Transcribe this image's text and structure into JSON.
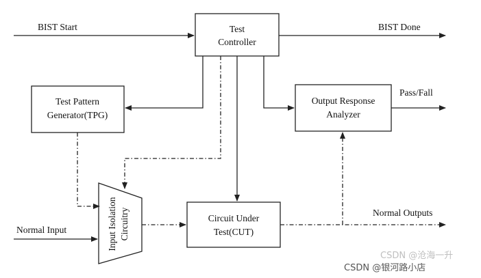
{
  "blocks": {
    "test_controller": [
      "Test",
      "Controller"
    ],
    "tpg": [
      "Test Pattern",
      "Generator(TPG)"
    ],
    "ora": [
      "Output Response",
      "Analyzer"
    ],
    "cut": [
      "Circuit Under",
      "Test(CUT)"
    ],
    "isolation": [
      "Input Isolation",
      "Circuitry"
    ]
  },
  "signals": {
    "bist_start": "BIST Start",
    "bist_done": "BIST Done",
    "pass_fail": "Pass/Fall",
    "normal_input": "Normal Input",
    "normal_outputs": "Normal Outputs"
  },
  "watermark": {
    "primary": "CSDN @银河路小店",
    "ghost": "CSDN @沧海一升"
  }
}
